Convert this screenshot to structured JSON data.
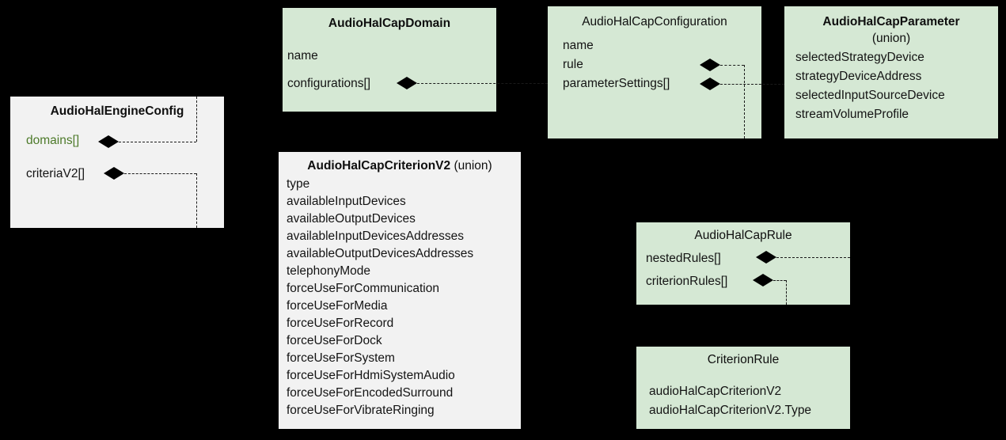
{
  "diagram": {
    "title": "Audio HAL Capabilities (CAP) engine configuration class diagram",
    "type": "uml-class-diagram",
    "background_color": "#000000",
    "colors": {
      "entity_green": "#d5e8d4",
      "entity_grey": "#f2f2f2",
      "text": "#141414",
      "highlight_green_text": "#4d7a2a",
      "connector": "#1a1a1a"
    }
  },
  "boxes": {
    "engine_config": {
      "title": "AudioHalEngineConfig",
      "title_suffix": "",
      "fill": "#f2f2f2",
      "attributes": [
        {
          "label": "domains[]",
          "highlight": true,
          "composition": true
        },
        {
          "label": "criteriaV2[]",
          "highlight": false,
          "composition": true
        }
      ]
    },
    "cap_domain": {
      "title": "AudioHalCapDomain",
      "title_suffix": "",
      "fill": "#d5e8d4",
      "attributes": [
        {
          "label": "name",
          "highlight": false,
          "composition": false
        },
        {
          "label": "configurations[]",
          "highlight": false,
          "composition": true
        }
      ]
    },
    "cap_configuration": {
      "title": "AudioHalCapConfiguration",
      "title_suffix": "",
      "fill": "#d5e8d4",
      "attributes": [
        {
          "label": "name",
          "highlight": false,
          "composition": false
        },
        {
          "label": "rule",
          "highlight": false,
          "composition": true
        },
        {
          "label": "parameterSettings[]",
          "highlight": false,
          "composition": true
        }
      ]
    },
    "cap_parameter": {
      "title": "AudioHalCapParameter",
      "title_suffix": "(union)",
      "fill": "#d5e8d4",
      "attributes": [
        {
          "label": "selectedStrategyDevice",
          "highlight": false,
          "composition": false
        },
        {
          "label": "strategyDeviceAddress",
          "highlight": false,
          "composition": false
        },
        {
          "label": "selectedInputSourceDevice",
          "highlight": false,
          "composition": false
        },
        {
          "label": "streamVolumeProfile",
          "highlight": false,
          "composition": false
        }
      ]
    },
    "cap_criterion_v2": {
      "title": "AudioHalCapCriterionV2",
      "title_suffix": "(union)",
      "fill": "#f2f2f2",
      "attributes": [
        {
          "label": "type",
          "highlight": false,
          "composition": false
        },
        {
          "label": "availableInputDevices",
          "highlight": false,
          "composition": false
        },
        {
          "label": "availableOutputDevices",
          "highlight": false,
          "composition": false
        },
        {
          "label": "availableInputDevicesAddresses",
          "highlight": false,
          "composition": false
        },
        {
          "label": "availableOutputDevicesAddresses",
          "highlight": false,
          "composition": false
        },
        {
          "label": "telephonyMode",
          "highlight": false,
          "composition": false
        },
        {
          "label": "forceUseForCommunication",
          "highlight": false,
          "composition": false
        },
        {
          "label": "forceUseForMedia",
          "highlight": false,
          "composition": false
        },
        {
          "label": "forceUseForRecord",
          "highlight": false,
          "composition": false
        },
        {
          "label": "forceUseForDock",
          "highlight": false,
          "composition": false
        },
        {
          "label": "forceUseForSystem",
          "highlight": false,
          "composition": false
        },
        {
          "label": "forceUseForHdmiSystemAudio",
          "highlight": false,
          "composition": false
        },
        {
          "label": "forceUseForEncodedSurround",
          "highlight": false,
          "composition": false
        },
        {
          "label": "forceUseForVibrateRinging",
          "highlight": false,
          "composition": false
        }
      ]
    },
    "cap_rule": {
      "title": "AudioHalCapRule",
      "title_suffix": "",
      "fill": "#d5e8d4",
      "attributes": [
        {
          "label": "nestedRules[]",
          "highlight": false,
          "composition": true
        },
        {
          "label": "criterionRules[]",
          "highlight": false,
          "composition": true
        }
      ]
    },
    "criterion_rule": {
      "title": "CriterionRule",
      "title_suffix": "",
      "fill": "#d5e8d4",
      "attributes": [
        {
          "label": "audioHalCapCriterionV2",
          "highlight": false,
          "composition": false
        },
        {
          "label": "audioHalCapCriterionV2.Type",
          "highlight": false,
          "composition": false
        }
      ]
    }
  },
  "relationships": [
    {
      "from": "engine_config.domains[]",
      "to": "cap_domain",
      "kind": "composition"
    },
    {
      "from": "engine_config.criteriaV2[]",
      "to": "cap_criterion_v2",
      "kind": "composition"
    },
    {
      "from": "cap_domain.configurations[]",
      "to": "cap_configuration",
      "kind": "composition"
    },
    {
      "from": "cap_configuration.rule",
      "to": "cap_rule",
      "kind": "composition"
    },
    {
      "from": "cap_configuration.parameterSettings[]",
      "to": "cap_parameter",
      "kind": "composition"
    },
    {
      "from": "cap_rule.nestedRules[]",
      "to": "cap_rule",
      "kind": "composition"
    },
    {
      "from": "cap_rule.criterionRules[]",
      "to": "criterion_rule",
      "kind": "composition"
    }
  ]
}
